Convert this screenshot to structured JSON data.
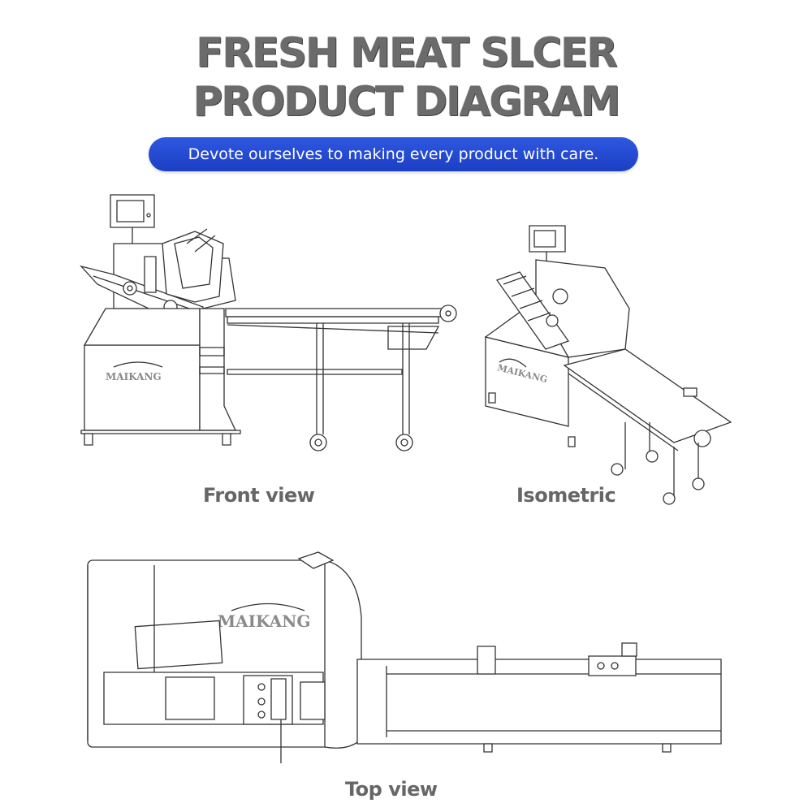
{
  "header": {
    "title_line1": "FRESH MEAT SLCER",
    "title_line2": "PRODUCT DIAGRAM",
    "tagline": "Devote ourselves to making every product with care."
  },
  "views": {
    "front": {
      "caption": "Front view",
      "logo": "MAIKANG"
    },
    "isometric": {
      "caption": "Isometric",
      "logo": "MAIKANG"
    },
    "top": {
      "caption": "Top view",
      "logo": "MAIKANG"
    }
  },
  "colors": {
    "title": "#6b6b6b",
    "tagline_bg": "#1f47cc",
    "tagline_text": "#ffffff",
    "caption": "#666666",
    "line_art": "#333333"
  }
}
